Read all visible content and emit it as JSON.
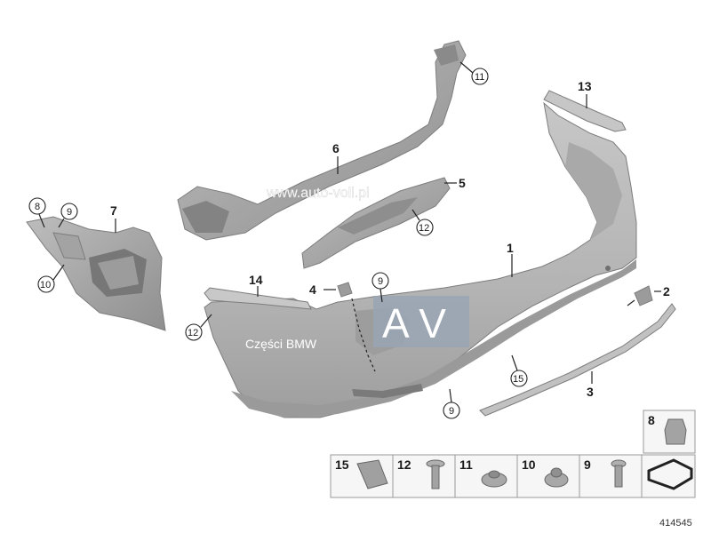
{
  "watermark": {
    "url": "www.auto-voll.pl",
    "logo": "AV",
    "caption": "Części BMW"
  },
  "callouts": {
    "p1": "1",
    "p2": "2",
    "p3": "3",
    "p4": "4",
    "p5": "5",
    "p6": "6",
    "p7": "7",
    "p8": "8",
    "p9a": "9",
    "p9b": "9",
    "p9c": "9",
    "p10": "10",
    "p11": "11",
    "p12a": "12",
    "p12b": "12",
    "p13": "13",
    "p14": "14",
    "p15": "15"
  },
  "legend": {
    "items": [
      "15",
      "12",
      "11",
      "10",
      "9"
    ],
    "top": "8"
  },
  "diagram_id": "414545",
  "colors": {
    "bumper": "#b8b8b8",
    "part": "#a8a8a8",
    "part_dark": "#8c8c8c",
    "watermark_bg": "#9aa4b4"
  }
}
